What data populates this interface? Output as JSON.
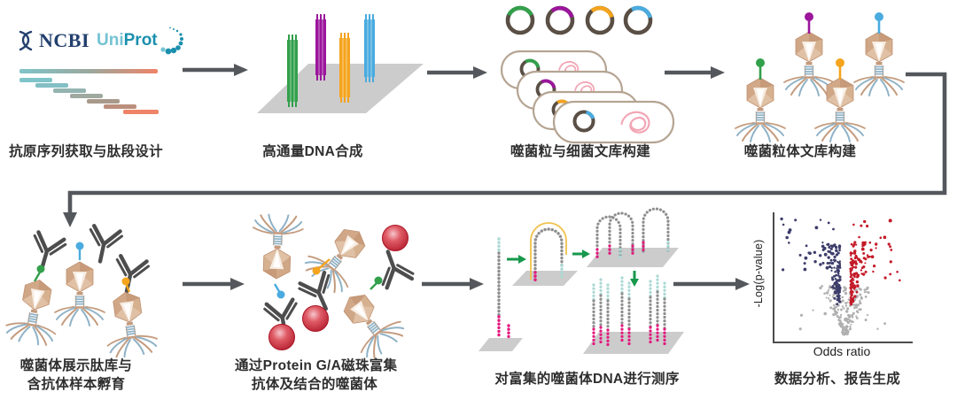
{
  "colors": {
    "caption": "#2e2e2e",
    "arrow": "#54585c",
    "garrow": "#17984c",
    "green": "#33a04c",
    "purple": "#9b169b",
    "orange": "#f4a41d",
    "blue": "#4aabdf",
    "ring": "#5a4f45",
    "bact": "#b5a492",
    "pink": "#f2a6b5",
    "head": "#e0c1a6",
    "headmid": "#c79a79",
    "headlite": "#f7ede3",
    "legblue": "#8fb2c6",
    "legtan": "#c49b7e",
    "antibody": "#4d4d4d",
    "bead1": "#f5bcc4",
    "bead2": "#df5b65",
    "bead3": "#b81e2e",
    "sgray": "#8e8e8e",
    "spink": "#e3197e",
    "scyan": "#abd9d4",
    "yellow": "#f0c14b",
    "navy": "#3d3d6b",
    "red": "#c41a28",
    "vgray": "#b0b0b0",
    "plate": "#cccccc",
    "ncbi": "#23406e",
    "uni1": "#74c3d4",
    "uni2": "#1b8fae"
  },
  "logos": {
    "ncbi": "NCBI",
    "uniprot_uni": "Uni",
    "uniprot_prot": "Prot"
  },
  "sequence_bars": {
    "long_bar_colors": [
      "#7fc4c9",
      "#9aa89e",
      "#ee8367"
    ],
    "bar_colors": [
      "#7fc4c9",
      "#83bfc4",
      "#93b4b0",
      "#9fa99f",
      "#a89a8b",
      "#bb8f7c",
      "#ee8367"
    ]
  },
  "steps": [
    {
      "name": "antigen-design",
      "lines": [
        "抗原序列获取与肽段设计"
      ]
    },
    {
      "name": "dna-synthesis",
      "lines": [
        "高通量DNA合成"
      ]
    },
    {
      "name": "phagemid-bacteria-library",
      "lines": [
        "噬菌粒与细菌文库构建"
      ]
    },
    {
      "name": "phagemid-particle-library",
      "lines": [
        "噬菌粒体文库构建"
      ]
    },
    {
      "name": "phage-display-incubation",
      "lines": [
        "噬菌体展示肽库与",
        "含抗体样本孵育"
      ]
    },
    {
      "name": "protein-ga-enrichment",
      "lines": [
        "通过Protein G/A磁珠富集",
        "抗体及结合的噬菌体"
      ]
    },
    {
      "name": "dna-sequencing",
      "lines": [
        "对富集的噬菌体DNA进行测序"
      ]
    },
    {
      "name": "data-analysis",
      "lines": [
        "数据分析、报告生成"
      ]
    }
  ],
  "volcano": {
    "ylabel": "-Log(p-value)",
    "xlabel": "Odds ratio"
  }
}
